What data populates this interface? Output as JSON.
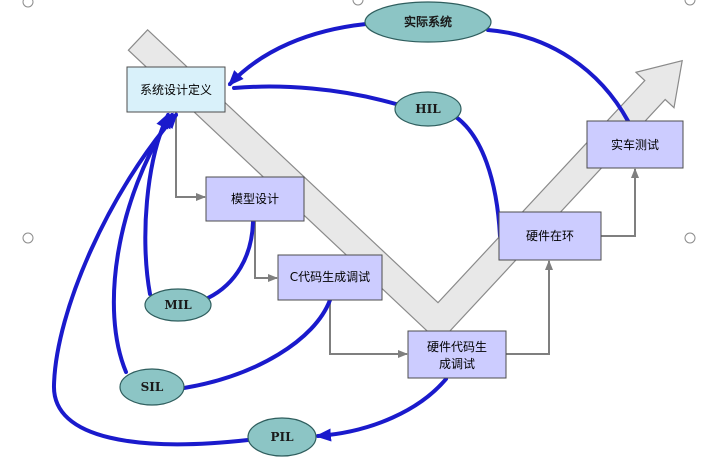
{
  "nodes": {
    "system_design": "系统设计定义",
    "model_design": "模型设计",
    "c_code": "C代码生成调试",
    "hw_code": [
      "硬件代码生",
      "成调试"
    ],
    "hil_box": "硬件在环",
    "vehicle_test": "实车测试"
  },
  "tests": {
    "real_system": "实际系统",
    "hil": "HIL",
    "mil": "MIL",
    "sil": "SIL",
    "pil": "PIL"
  },
  "colors": {
    "top_box_fill": "#d9f1fa",
    "box_fill": "#ccccff",
    "ellipse_fill": "#8cc5c5",
    "curve": "#1a1acc",
    "connector": "#7f7f7f",
    "band_fill": "#e8e8e8",
    "band_stroke": "#8a8a8a"
  }
}
